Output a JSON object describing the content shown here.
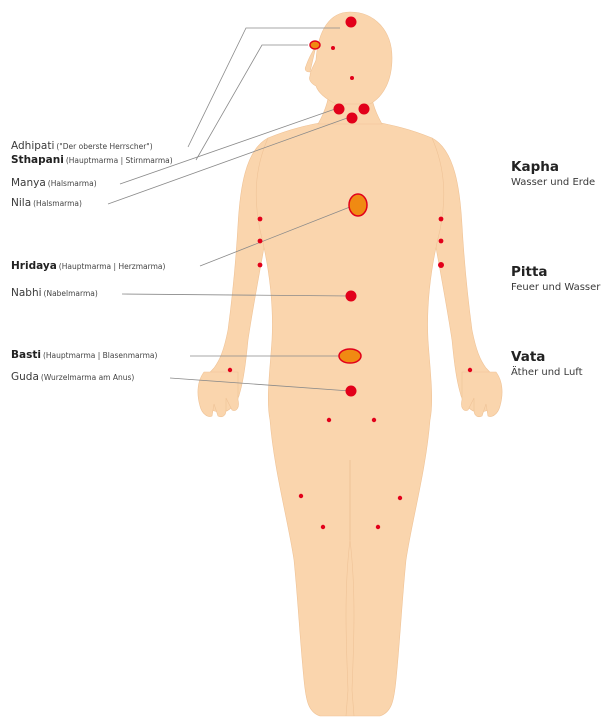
{
  "colors": {
    "skin": "#fad5ad",
    "skin_shade": "#efc397",
    "point": "#e2001a",
    "major_point_fill": "#f08a12",
    "leader_line": "#8a8a8a",
    "text": "#3a3a3a"
  },
  "labels": [
    {
      "id": "adhipati",
      "name": "Adhipati",
      "bold": false,
      "desc": "(\"Der oberste Herrscher\")"
    },
    {
      "id": "sthapani",
      "name": "Sthapani",
      "bold": true,
      "desc": "(Hauptmarma | Stirnmarma)"
    },
    {
      "id": "manya",
      "name": "Manya",
      "bold": false,
      "desc": "(Halsmarma)"
    },
    {
      "id": "nila",
      "name": "Nila",
      "bold": false,
      "desc": "(Halsmarma)"
    },
    {
      "id": "hridaya",
      "name": "Hridaya",
      "bold": true,
      "desc": "(Hauptmarma | Herzmarma)"
    },
    {
      "id": "nabhi",
      "name": "Nabhi",
      "bold": false,
      "desc": "(Nabelmarma)"
    },
    {
      "id": "basti",
      "name": "Basti",
      "bold": true,
      "desc": "(Hauptmarma | Blasenmarma)"
    },
    {
      "id": "guda",
      "name": "Guda",
      "bold": false,
      "desc": "(Wurzelmarma am Anus)"
    }
  ],
  "doshas": [
    {
      "id": "kapha",
      "title": "Kapha",
      "subtitle": "Wasser und Erde"
    },
    {
      "id": "pitta",
      "title": "Pitta",
      "subtitle": "Feuer und Wasser"
    },
    {
      "id": "vata",
      "title": "Vata",
      "subtitle": "Äther und Luft"
    }
  ]
}
